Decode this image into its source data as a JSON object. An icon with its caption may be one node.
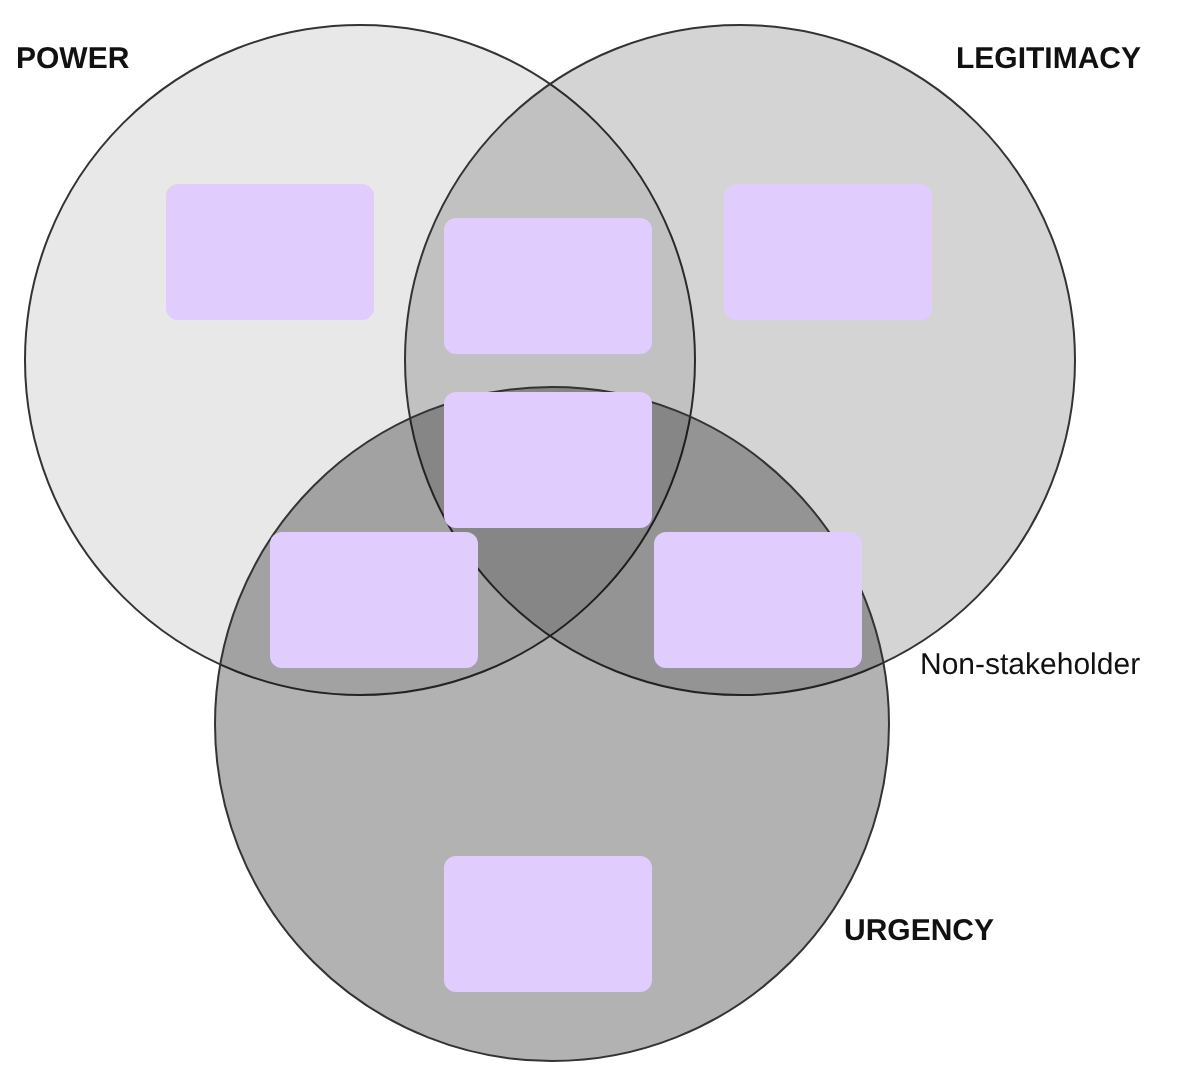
{
  "diagram": {
    "nodes": [
      {
        "text": [
          "POWER"
        ]
      },
      {
        "text": [
          "LEGITIMACY"
        ]
      },
      {
        "text": [
          "URGENCY"
        ]
      },
      {
        "text": [],
        "shape": "box",
        "in": 0
      },
      {
        "text": [],
        "shape": "box",
        "in": 1
      },
      {
        "text": [],
        "shape": "box"
      },
      {
        "text": [],
        "shape": "box"
      },
      {
        "text": [],
        "shape": "box"
      },
      {
        "text": [],
        "shape": "box"
      },
      {
        "text": [],
        "shape": "box",
        "in": 2
      }
    ],
    "labels": [
      "Non-stakeholder"
    ]
  }
}
